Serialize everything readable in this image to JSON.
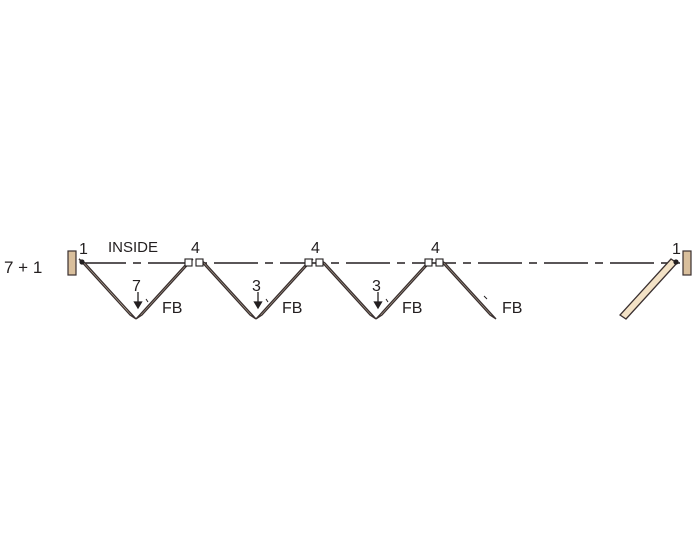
{
  "diagram": {
    "config_label": "7 + 1",
    "inside_label": "INSIDE",
    "end_numbers": {
      "left": "1",
      "right": "1"
    },
    "top_numbers": [
      "4",
      "4",
      "4"
    ],
    "bottom_numbers": [
      "7",
      "3",
      "3"
    ],
    "fb_labels": [
      "FB",
      "FB",
      "FB",
      "FB"
    ],
    "colors": {
      "panel_fill": "#f3e2c6",
      "panel_stroke": "#3a3030",
      "jamb_fill": "#d9bf9c",
      "line": "#231f20"
    }
  }
}
